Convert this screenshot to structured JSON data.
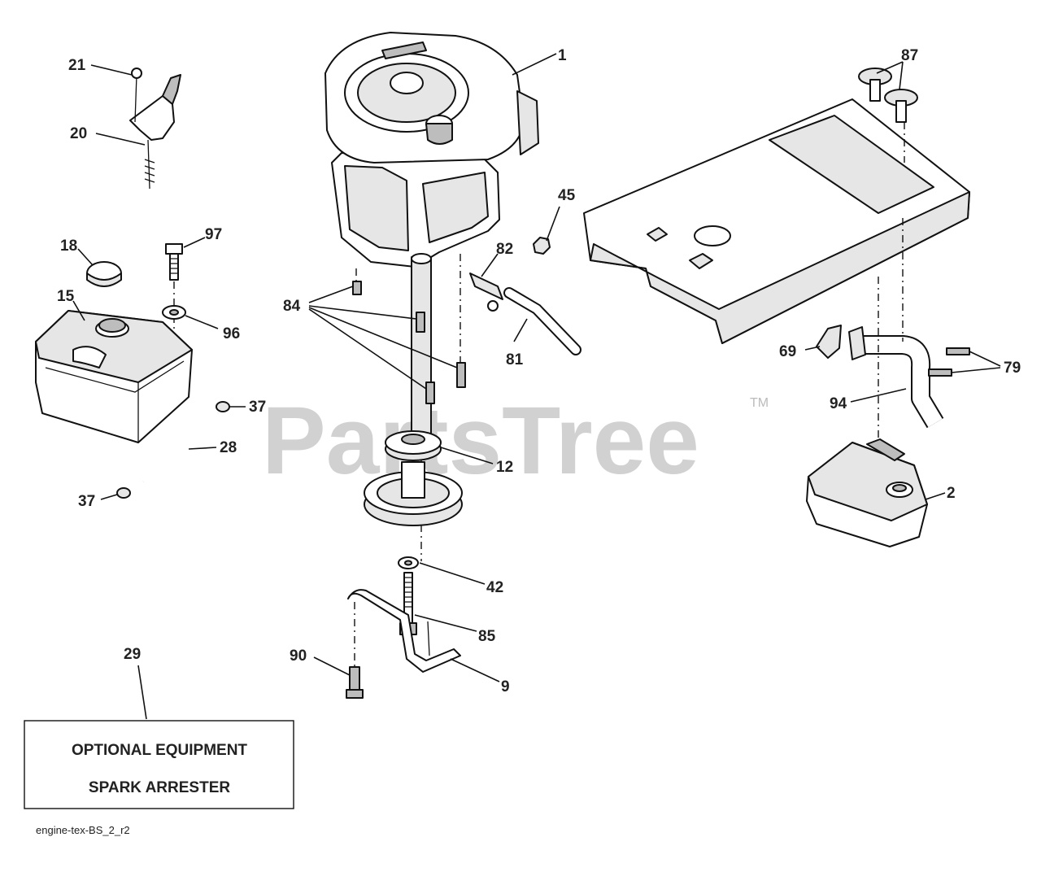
{
  "watermark": {
    "text": "PartsTree",
    "mark": "TM"
  },
  "callouts": [
    {
      "id": "c1",
      "text": "1"
    },
    {
      "id": "c2",
      "text": "2"
    },
    {
      "id": "c9",
      "text": "9"
    },
    {
      "id": "c12",
      "text": "12"
    },
    {
      "id": "c15",
      "text": "15"
    },
    {
      "id": "c18",
      "text": "18"
    },
    {
      "id": "c20",
      "text": "20"
    },
    {
      "id": "c21",
      "text": "21"
    },
    {
      "id": "c28",
      "text": "28"
    },
    {
      "id": "c29",
      "text": "29"
    },
    {
      "id": "c37a",
      "text": "37"
    },
    {
      "id": "c37b",
      "text": "37"
    },
    {
      "id": "c42",
      "text": "42"
    },
    {
      "id": "c45",
      "text": "45"
    },
    {
      "id": "c69",
      "text": "69"
    },
    {
      "id": "c79",
      "text": "79"
    },
    {
      "id": "c81",
      "text": "81"
    },
    {
      "id": "c82",
      "text": "82"
    },
    {
      "id": "c84",
      "text": "84"
    },
    {
      "id": "c85",
      "text": "85"
    },
    {
      "id": "c87",
      "text": "87"
    },
    {
      "id": "c90",
      "text": "90"
    },
    {
      "id": "c94",
      "text": "94"
    },
    {
      "id": "c96",
      "text": "96"
    },
    {
      "id": "c97",
      "text": "97"
    }
  ],
  "optional_box": {
    "line1": "OPTIONAL EQUIPMENT",
    "line2": "SPARK ARRESTER"
  },
  "footer": {
    "diagram_id": "engine-tex-BS_2_r2"
  }
}
